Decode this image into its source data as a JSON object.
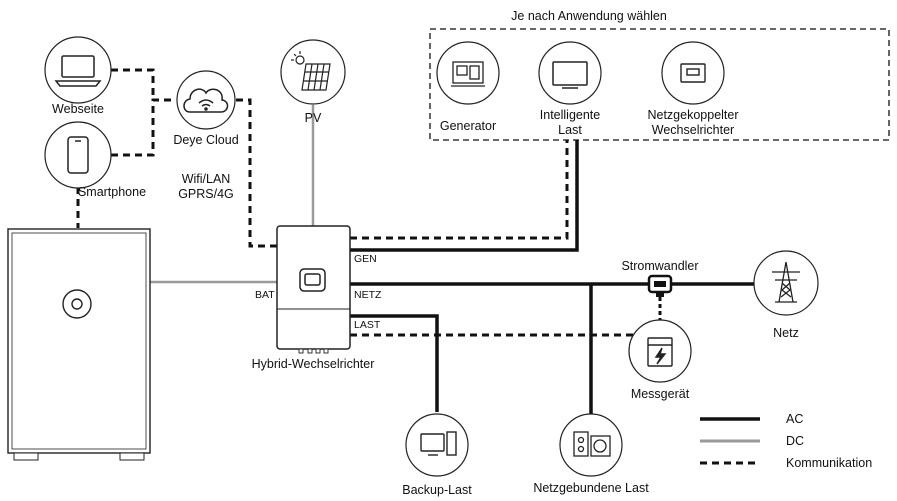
{
  "group_title": "Je nach Anwendung wählen",
  "nodes": {
    "webseite": "Webseite",
    "smartphone": "Smartphone",
    "deye_cloud": "Deye Cloud",
    "wifi_line1": "Wifi/LAN",
    "wifi_line2": "GPRS/4G",
    "pv": "PV",
    "generator": "Generator",
    "intelligente_line1": "Intelligente",
    "intelligente_line2": "Last",
    "netzgekoppelt_line1": "Netzgekoppelter",
    "netzgekoppelt_line2": "Wechselrichter",
    "hybrid": "Hybrid-Wechselrichter",
    "stromwandler": "Stromwandler",
    "netz": "Netz",
    "messgeraet": "Messgerät",
    "backup": "Backup-Last",
    "netzgebunden": "Netzgebundene Last"
  },
  "ports": {
    "gen": "GEN",
    "netz": "NETZ",
    "last": "LAST",
    "bat": "BAT"
  },
  "legend": {
    "ac": "AC",
    "dc": "DC",
    "kommunikation": "Kommunikation"
  },
  "colors": {
    "ac": "#111111",
    "dc": "#9a9a9a",
    "comm": "#111111"
  }
}
